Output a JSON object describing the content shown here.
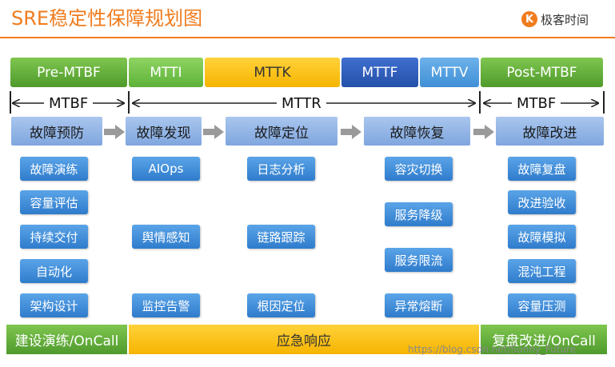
{
  "title": "SRE稳定性保障规划图",
  "logo": {
    "icon": "logo-mark-icon",
    "glyph": "K",
    "text": "极客时间"
  },
  "headers": [
    "Pre-MTBF",
    "MTTI",
    "MTTK",
    "MTTF",
    "MTTV",
    "Post-MTBF"
  ],
  "spans": [
    "MTBF",
    "MTTR",
    "MTBF"
  ],
  "phases": [
    "故障预防",
    "故障发现",
    "故障定位",
    "故障恢复",
    "故障改进"
  ],
  "columns": {
    "prevent": [
      "故障演练",
      "容量评估",
      "持续交付",
      "自动化",
      "架构设计"
    ],
    "discover": [
      "AIOps",
      "舆情感知",
      "监控告警"
    ],
    "locate": [
      "日志分析",
      "链路跟踪",
      "根因定位"
    ],
    "recover": [
      "容灾切换",
      "服务降级",
      "服务限流",
      "异常熔断"
    ],
    "improve": [
      "故障复盘",
      "改进验收",
      "故障模拟",
      "混沌工程",
      "容量压测"
    ]
  },
  "footer": [
    "建设演练/OnCall",
    "应急响应",
    "复盘改进/OnCall"
  ],
  "watermark": "https://blog.csdn.net/Sunny_Future",
  "colors": {
    "accent": "#f07c1e",
    "phase": "#8fb2e4",
    "item": "#3f8dd8",
    "green": "#5aa835",
    "yellow": "#f8bf0c",
    "dark_blue": "#2d5cb8"
  }
}
